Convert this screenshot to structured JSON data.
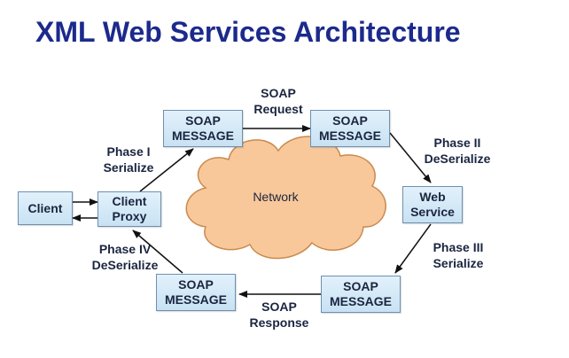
{
  "title": "XML Web Services Architecture",
  "colors": {
    "title": "#1c2a8c",
    "box_border": "#6f8fb0",
    "box_fill": "#d4eaf8",
    "cloud_fill": "#f8c89a",
    "cloud_stroke": "#c98a4e",
    "arrow": "#111111"
  },
  "boxes": {
    "client": "Client",
    "client_proxy": "Client\nProxy",
    "soap_top_left": "SOAP\nMESSAGE",
    "soap_top_right": "SOAP\nMESSAGE",
    "web_service": "Web\nService",
    "soap_bottom_right": "SOAP\nMESSAGE",
    "soap_bottom_left": "SOAP\nMESSAGE"
  },
  "cloud_label": "Network",
  "labels": {
    "soap_request": "SOAP\nRequest",
    "phase1": "Phase I\nSerialize",
    "phase2": "Phase II\nDeSerialize",
    "phase3": "Phase III\nSerialize",
    "phase4": "Phase IV\nDeSerialize",
    "soap_response": "SOAP\nResponse"
  }
}
